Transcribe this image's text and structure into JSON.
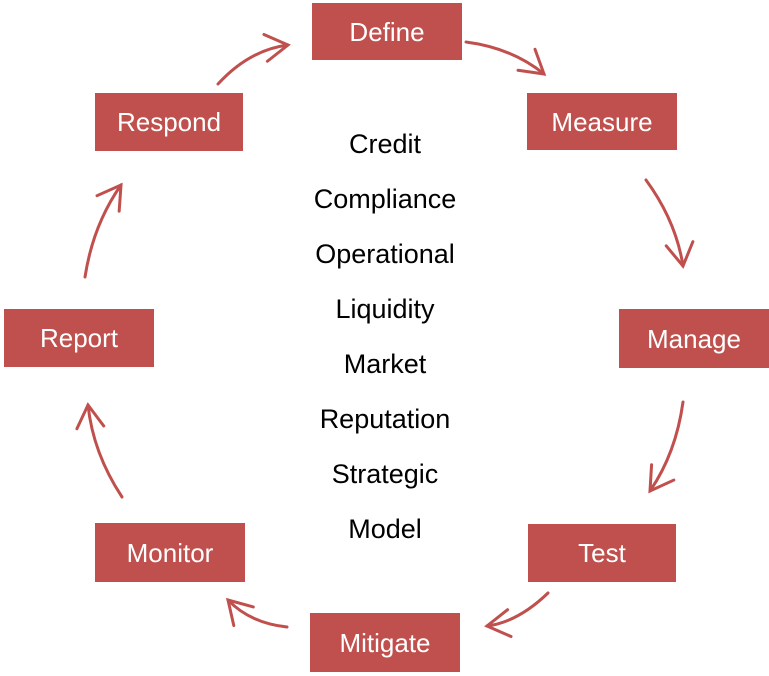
{
  "diagram": {
    "type": "cycle-diagram",
    "cycle": {
      "steps": [
        {
          "id": "define",
          "label": "Define"
        },
        {
          "id": "measure",
          "label": "Measure"
        },
        {
          "id": "manage",
          "label": "Manage"
        },
        {
          "id": "test",
          "label": "Test"
        },
        {
          "id": "mitigate",
          "label": "Mitigate"
        },
        {
          "id": "monitor",
          "label": "Monitor"
        },
        {
          "id": "report",
          "label": "Report"
        },
        {
          "id": "respond",
          "label": "Respond"
        }
      ],
      "flow_order": [
        "Define",
        "Measure",
        "Manage",
        "Test",
        "Mitigate",
        "Monitor",
        "Report",
        "Respond"
      ]
    },
    "center_risks": [
      "Credit",
      "Compliance",
      "Operational",
      "Liquidity",
      "Market",
      "Reputation",
      "Strategic",
      "Model"
    ],
    "colors": {
      "box_fill": "#C0504D",
      "arrow": "#C0504D",
      "box_text": "#FFFFFF",
      "center_text": "#000000",
      "background": "#FFFFFF"
    }
  }
}
